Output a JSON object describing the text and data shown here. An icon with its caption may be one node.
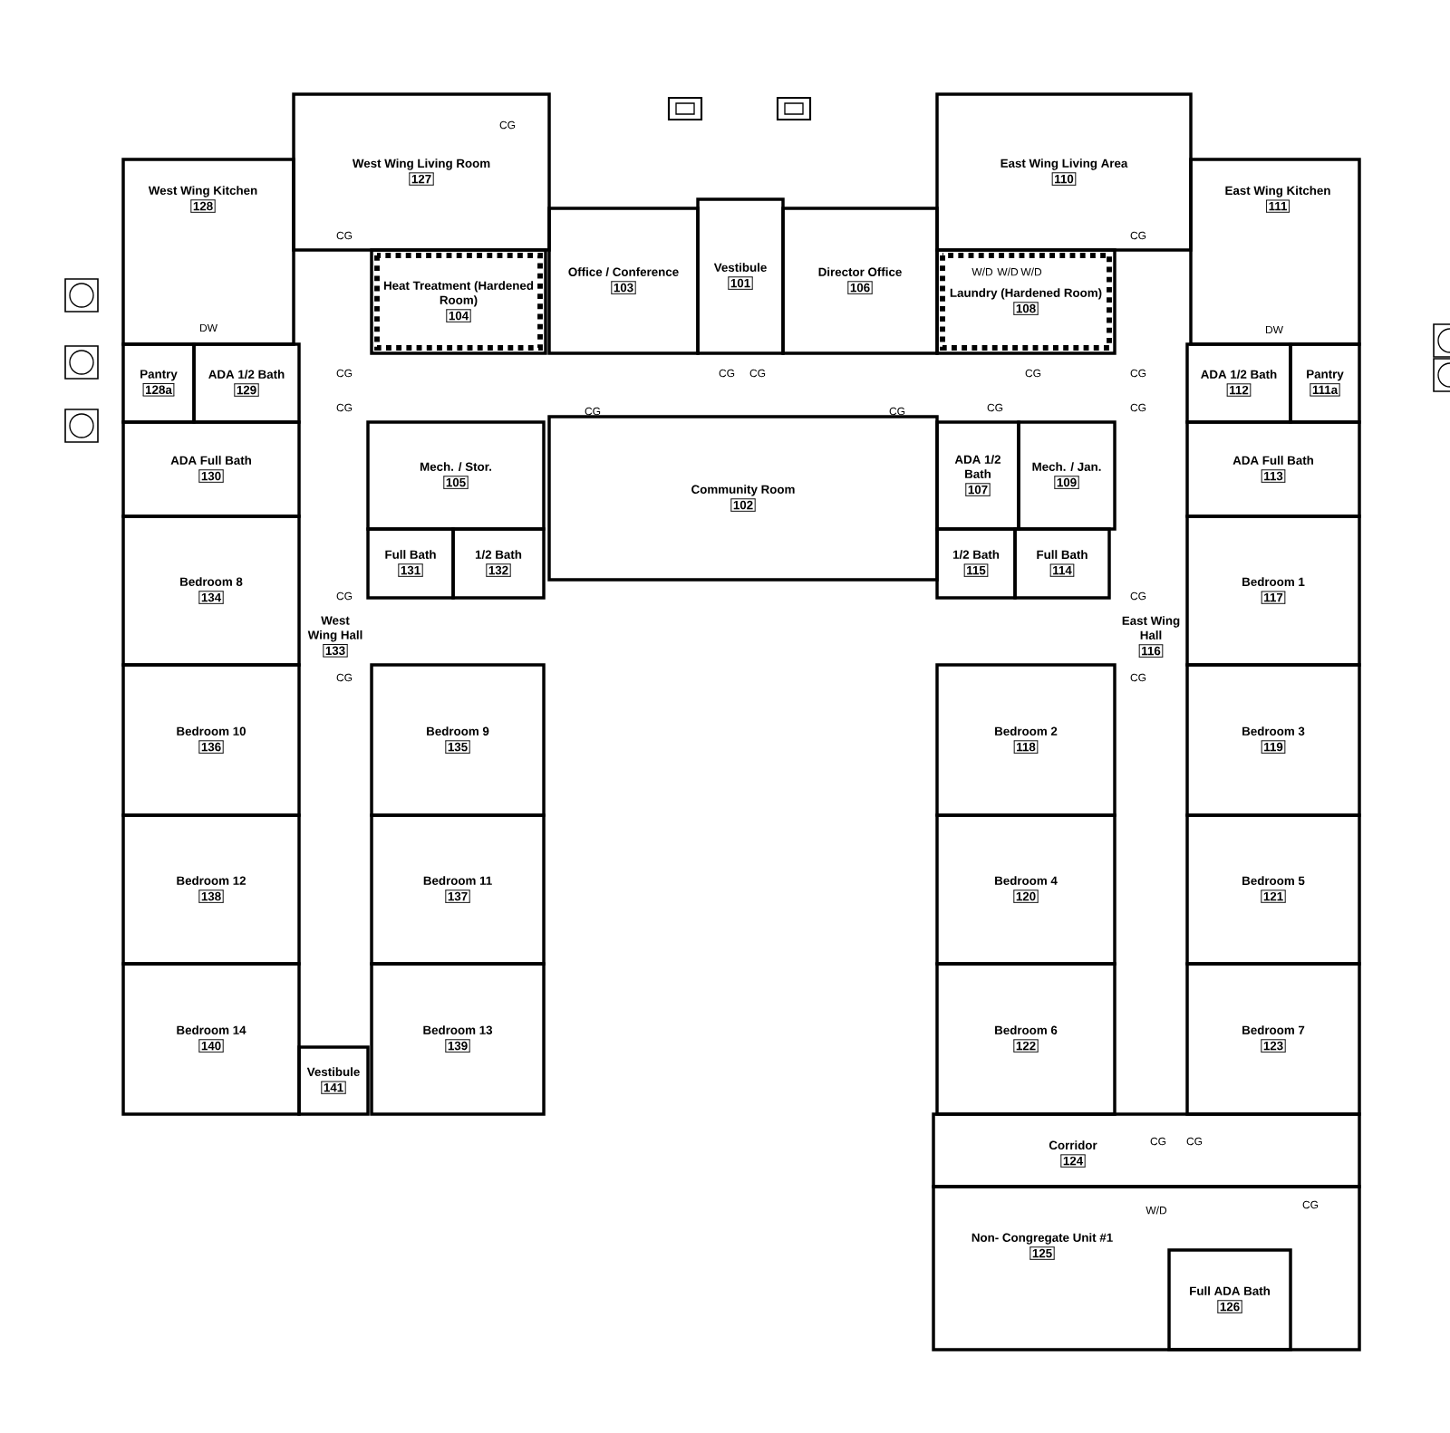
{
  "diagram": {
    "nodes": [
      {
        "text": [
          "West Wing Living Room",
          "127"
        ]
      },
      {
        "text": [
          "East Wing Living Area",
          "110"
        ]
      },
      {
        "text": [
          "West Wing Kitchen",
          "128"
        ]
      },
      {
        "text": [
          "Heat Treatment (Hardened Room)",
          "104"
        ]
      },
      {
        "text": [
          "Office / Conference",
          "103"
        ]
      },
      {
        "text": [
          "Vestibule",
          "101"
        ]
      },
      {
        "text": [
          "Director Office",
          "106"
        ]
      },
      {
        "text": [
          "Laundry (Hardened Room)",
          "108"
        ]
      },
      {
        "text": [
          "East Wing Kitchen",
          "111"
        ]
      },
      {
        "text": [
          "Pantry",
          "128a"
        ]
      },
      {
        "text": [
          "ADA 1/2 Bath",
          "129"
        ]
      },
      {
        "text": [
          "ADA 1/2 Bath",
          "112"
        ]
      },
      {
        "text": [
          "Pantry",
          "111a"
        ]
      },
      {
        "text": [
          "ADA Full Bath",
          "130"
        ]
      },
      {
        "text": [
          "Mech. / Stor.",
          "105"
        ]
      },
      {
        "text": [
          "Community Room",
          "102"
        ]
      },
      {
        "text": [
          "ADA 1/2 Bath",
          "107"
        ]
      },
      {
        "text": [
          "Mech. / Jan.",
          "109"
        ]
      },
      {
        "text": [
          "ADA Full Bath",
          "113"
        ]
      },
      {
        "text": [
          "Bedroom 8",
          "134"
        ]
      },
      {
        "text": [
          "Full Bath",
          "131"
        ]
      },
      {
        "text": [
          "1/2 Bath",
          "132"
        ]
      },
      {
        "text": [
          "1/2 Bath",
          "115"
        ]
      },
      {
        "text": [
          "Full Bath",
          "114"
        ]
      },
      {
        "text": [
          "Bedroom 1",
          "117"
        ]
      },
      {
        "text": [
          "West Wing Hall",
          "133"
        ]
      },
      {
        "text": [
          "East Wing Hall",
          "116"
        ]
      },
      {
        "text": [
          "Bedroom 10",
          "136"
        ]
      },
      {
        "text": [
          "Bedroom 9",
          "135"
        ]
      },
      {
        "text": [
          "Bedroom 2",
          "118"
        ]
      },
      {
        "text": [
          "Bedroom 3",
          "119"
        ]
      },
      {
        "text": [
          "Bedroom 12",
          "138"
        ]
      },
      {
        "text": [
          "Bedroom 11",
          "137"
        ]
      },
      {
        "text": [
          "Bedroom 4",
          "120"
        ]
      },
      {
        "text": [
          "Bedroom 5",
          "121"
        ]
      },
      {
        "text": [
          "Bedroom 14",
          "140"
        ]
      },
      {
        "text": [
          "Vestibule",
          "141"
        ]
      },
      {
        "text": [
          "Bedroom 13",
          "139"
        ]
      },
      {
        "text": [
          "Bedroom 6",
          "122"
        ]
      },
      {
        "text": [
          "Bedroom 7",
          "123"
        ]
      },
      {
        "text": [
          "Corridor",
          "124"
        ]
      },
      {
        "text": [
          "Non- Congregate Unit #1",
          "125"
        ]
      },
      {
        "text": [
          "Full ADA Bath",
          "126"
        ],
        "in": 41
      }
    ],
    "labels": [
      "CG",
      "CG",
      "CG",
      "W/D",
      "W/D",
      "W/D",
      "DW",
      "DW",
      "CG",
      "CG",
      "CG",
      "CG",
      "CG",
      "CG",
      "CG",
      "CG",
      "CG",
      "CG",
      "CG",
      "CG",
      "CG",
      "CG",
      "CG",
      "CG",
      "CG",
      "W/D"
    ]
  }
}
